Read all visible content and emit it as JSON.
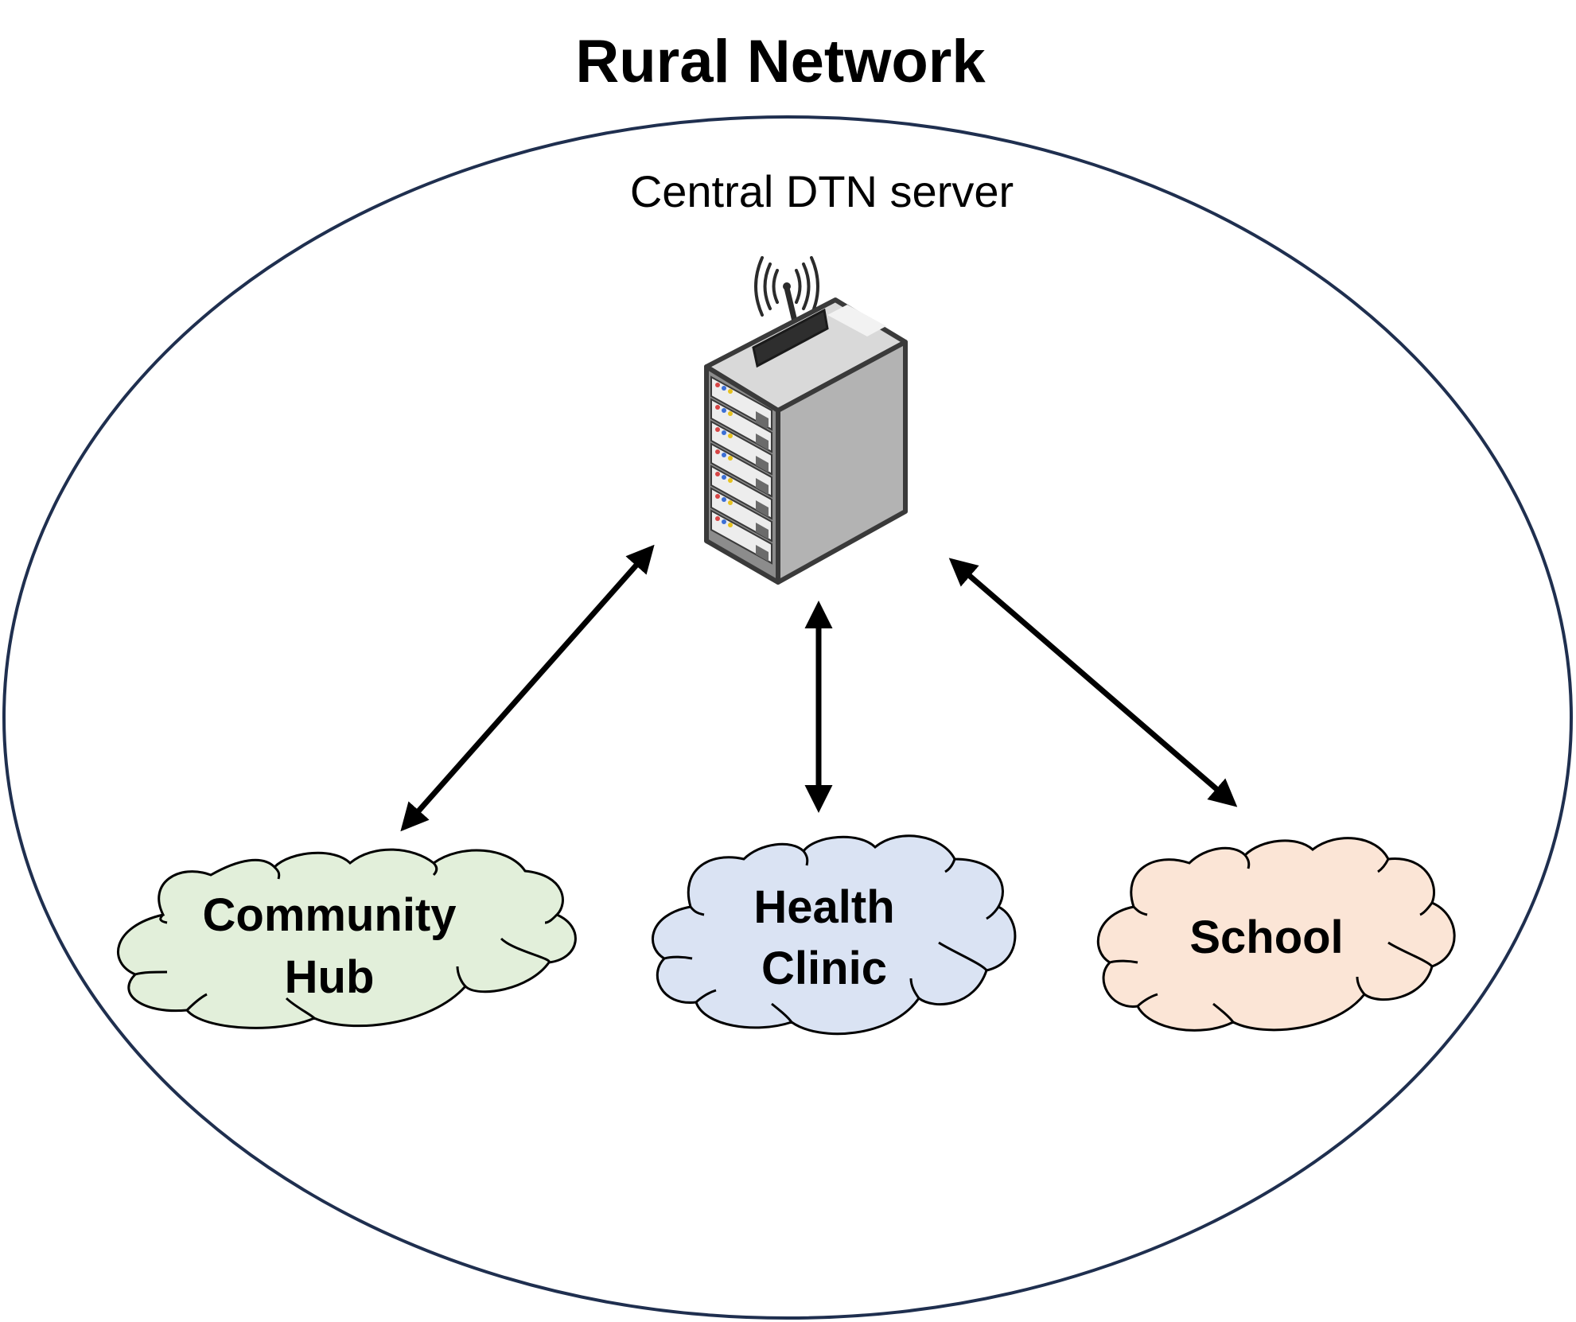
{
  "title": "Rural Network",
  "boundary": {
    "stroke_color": "#1f2f4f"
  },
  "server": {
    "label": "Central DTN server",
    "icon": "server-rack-antenna-icon"
  },
  "nodes": [
    {
      "id": "community-hub",
      "line1": "Community",
      "line2": "Hub",
      "fill": "#e2efda",
      "icon": "cloud-icon"
    },
    {
      "id": "health-clinic",
      "line1": "Health",
      "line2": "Clinic",
      "fill": "#dae3f3",
      "icon": "cloud-icon"
    },
    {
      "id": "school",
      "line1": "School",
      "line2": "",
      "fill": "#fbe5d6",
      "icon": "cloud-icon"
    }
  ],
  "links": [
    {
      "from": "server",
      "to": "community-hub",
      "direction": "bidirectional"
    },
    {
      "from": "server",
      "to": "health-clinic",
      "direction": "bidirectional"
    },
    {
      "from": "server",
      "to": "school",
      "direction": "bidirectional"
    }
  ]
}
